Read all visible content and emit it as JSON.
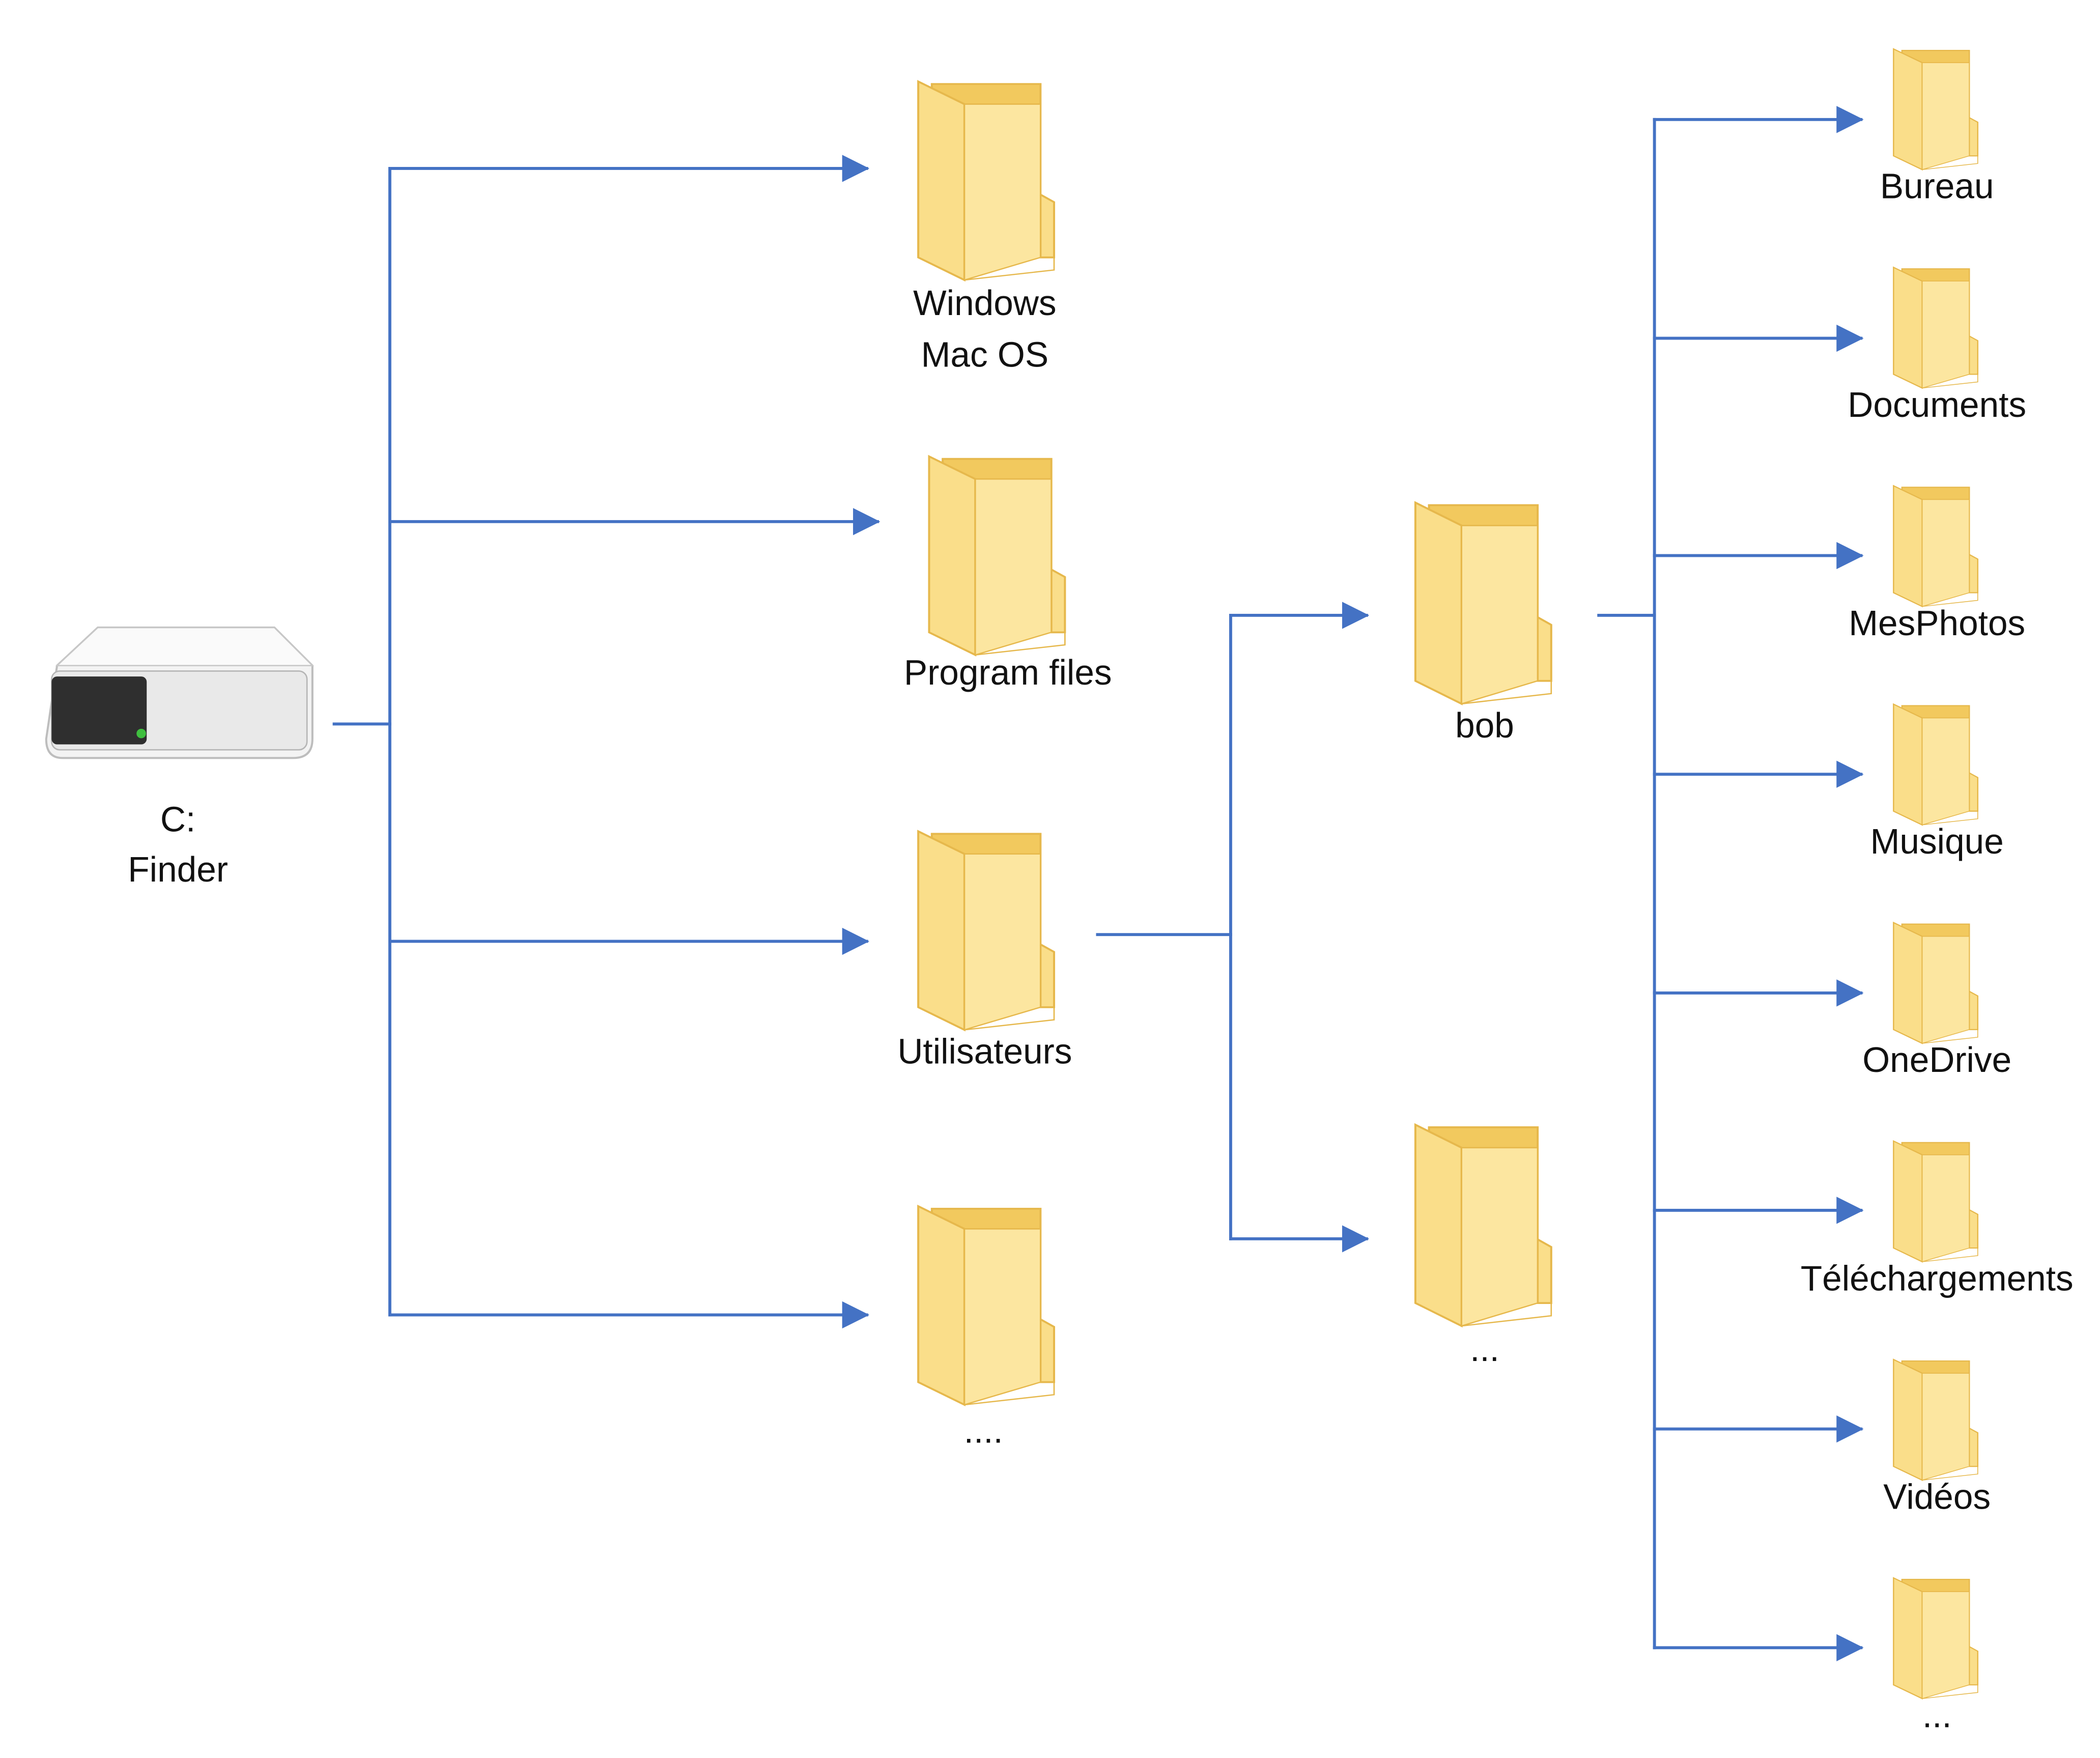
{
  "colors": {
    "connector": "#4472C4",
    "folder_body": "#FADE8A",
    "folder_back": "#F2C95E",
    "folder_edge": "#E6B84C",
    "drive_body": "#E9E9E9",
    "drive_slot": "#2F2F2F",
    "drive_led": "#3FBF3F"
  },
  "drive": {
    "label_lines": [
      "C:",
      "Finder"
    ],
    "icon": "hard-drive-icon"
  },
  "level1": [
    {
      "id": "windows",
      "label_lines": [
        "Windows",
        "Mac OS"
      ],
      "icon": "folder-icon"
    },
    {
      "id": "program-files",
      "label_lines": [
        "Program files"
      ],
      "icon": "folder-icon"
    },
    {
      "id": "utilisateurs",
      "label_lines": [
        "Utilisateurs"
      ],
      "icon": "folder-icon"
    },
    {
      "id": "more-1",
      "label_lines": [
        "...."
      ],
      "icon": "folder-icon"
    }
  ],
  "level2": [
    {
      "id": "bob",
      "label_lines": [
        "bob"
      ],
      "icon": "folder-icon"
    },
    {
      "id": "more-2",
      "label_lines": [
        "..."
      ],
      "icon": "folder-icon"
    }
  ],
  "level3": [
    {
      "id": "bureau",
      "label_lines": [
        "Bureau"
      ],
      "icon": "folder-icon"
    },
    {
      "id": "documents",
      "label_lines": [
        "Documents"
      ],
      "icon": "folder-icon"
    },
    {
      "id": "mesphotos",
      "label_lines": [
        "MesPhotos"
      ],
      "icon": "folder-icon"
    },
    {
      "id": "musique",
      "label_lines": [
        "Musique"
      ],
      "icon": "folder-icon"
    },
    {
      "id": "onedrive",
      "label_lines": [
        "OneDrive"
      ],
      "icon": "folder-icon"
    },
    {
      "id": "telechargements",
      "label_lines": [
        "Téléchargements"
      ],
      "icon": "folder-icon"
    },
    {
      "id": "videos",
      "label_lines": [
        "Vidéos"
      ],
      "icon": "folder-icon"
    },
    {
      "id": "more-3",
      "label_lines": [
        "..."
      ],
      "icon": "folder-icon"
    }
  ]
}
